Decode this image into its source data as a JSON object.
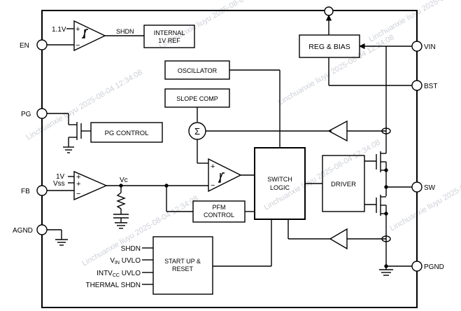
{
  "pins": {
    "en": "EN",
    "pg": "PG",
    "fb": "FB",
    "agnd": "AGND",
    "vin": "VIN",
    "bst": "BST",
    "sw": "SW",
    "pgnd": "PGND"
  },
  "blocks": {
    "internal_ref_line1": "INTERNAL",
    "internal_ref_line2": "1V REF",
    "reg_bias": "REG & BIAS",
    "oscillator": "OSCILLATOR",
    "slope_comp": "SLOPE COMP",
    "pg_control": "PG CONTROL",
    "switch_logic_line1": "SWITCH",
    "switch_logic_line2": "LOGIC",
    "driver": "DRIVER",
    "pfm_control_line1": "PFM",
    "pfm_control_line2": "CONTROL",
    "startup_line1": "START UP &",
    "startup_line2": "RESET"
  },
  "signals": {
    "ref_1v1": "1.1V",
    "shdn_out": "SHDN",
    "ref_1v": "1V",
    "vss": "Vss",
    "vc": "Vc",
    "sum": "Σ",
    "plus": "+",
    "minus": "−"
  },
  "startup_inputs": {
    "shdn": "SHDN",
    "vin_uvlo_v": "V",
    "vin_uvlo_sub": "IN",
    "vin_uvlo_suffix": " UVLO",
    "intvcc_prefix": "INTV",
    "intvcc_sub": "CC",
    "intvcc_suffix": " UVLO",
    "thermal": "THERMAL SHDN"
  },
  "watermark": "Linchuanxie liuyu 2025-08-04 12:34:08",
  "colors": {
    "line": "#000000",
    "background": "#ffffff",
    "watermark": "#c8ccd4"
  }
}
